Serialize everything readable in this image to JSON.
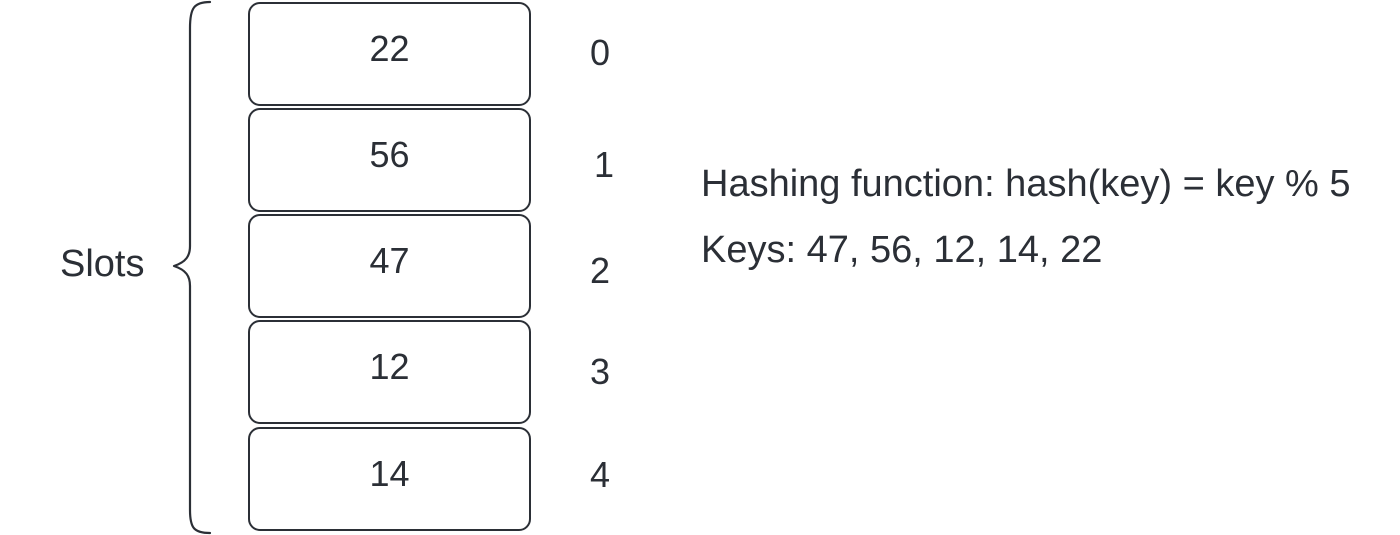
{
  "brace_label": "Slots",
  "slots": [
    {
      "value": "22",
      "index": "0"
    },
    {
      "value": "56",
      "index": "1"
    },
    {
      "value": "47",
      "index": "2"
    },
    {
      "value": "12",
      "index": "3"
    },
    {
      "value": "14",
      "index": "4"
    }
  ],
  "info": {
    "hash_function": "Hashing function: hash(key) = key % 5",
    "keys": "Keys: 47, 56, 12, 14, 22"
  },
  "colors": {
    "stroke": "#2b2f36",
    "background": "#ffffff"
  }
}
